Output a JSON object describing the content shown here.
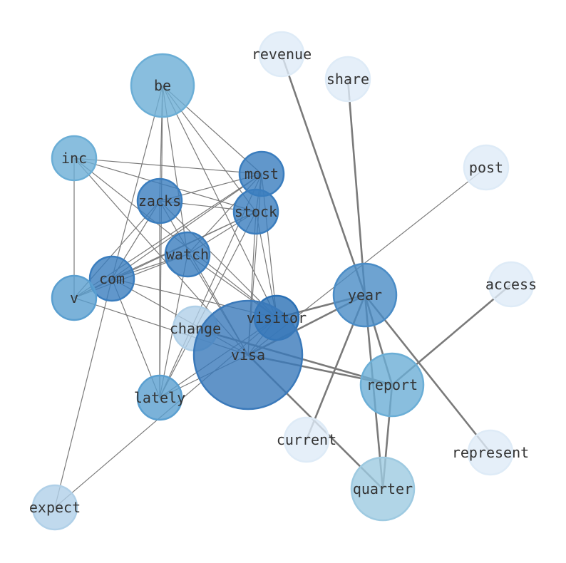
{
  "nodes": [
    {
      "id": "be",
      "label": "be",
      "weight": 3,
      "color": "#6baed6"
    },
    {
      "id": "revenue",
      "label": "revenue",
      "weight": 1,
      "color": "#deebf7"
    },
    {
      "id": "share",
      "label": "share",
      "weight": 1,
      "color": "#deebf7"
    },
    {
      "id": "post",
      "label": "post",
      "weight": 1,
      "color": "#deebf7"
    },
    {
      "id": "inc",
      "label": "inc",
      "weight": 1,
      "color": "#6baed6"
    },
    {
      "id": "most",
      "label": "most",
      "weight": 1,
      "color": "#3a7dbe"
    },
    {
      "id": "zacks",
      "label": "zacks",
      "weight": 1,
      "color": "#3a7dbe"
    },
    {
      "id": "stock",
      "label": "stock",
      "weight": 1,
      "color": "#3a7dbe"
    },
    {
      "id": "watch",
      "label": "watch",
      "weight": 1,
      "color": "#3a7dbe"
    },
    {
      "id": "com",
      "label": "com",
      "weight": 1,
      "color": "#3a7dbe"
    },
    {
      "id": "v",
      "label": "v",
      "weight": 1,
      "color": "#5a9fd0"
    },
    {
      "id": "year",
      "label": "year",
      "weight": 3,
      "color": "#4a8cc6"
    },
    {
      "id": "access",
      "label": "access",
      "weight": 1,
      "color": "#deebf7"
    },
    {
      "id": "visitor",
      "label": "visitor",
      "weight": 1,
      "color": "#2a70b5"
    },
    {
      "id": "change",
      "label": "change",
      "weight": 1,
      "color": "#b0d0e8"
    },
    {
      "id": "visa",
      "label": "visa",
      "weight": 6,
      "color": "#3a79ba"
    },
    {
      "id": "report",
      "label": "report",
      "weight": 3,
      "color": "#6baed6"
    },
    {
      "id": "lately",
      "label": "lately",
      "weight": 1,
      "color": "#5a9fd0"
    },
    {
      "id": "current",
      "label": "current",
      "weight": 1,
      "color": "#deebf7"
    },
    {
      "id": "represent",
      "label": "represent",
      "weight": 1,
      "color": "#deebf7"
    },
    {
      "id": "quarter",
      "label": "quarter",
      "weight": 3,
      "color": "#9ecae1"
    },
    {
      "id": "expect",
      "label": "expect",
      "weight": 1,
      "color": "#b0d0e8"
    }
  ],
  "edges": [
    [
      "inc",
      "most",
      1
    ],
    [
      "inc",
      "stock",
      1
    ],
    [
      "inc",
      "v",
      1
    ],
    [
      "inc",
      "visitor",
      1
    ],
    [
      "inc",
      "visa",
      1
    ],
    [
      "be",
      "com",
      1
    ],
    [
      "be",
      "lately",
      1
    ],
    [
      "be",
      "watch",
      1
    ],
    [
      "be",
      "most",
      1
    ],
    [
      "be",
      "stock",
      1
    ],
    [
      "be",
      "zacks",
      1
    ],
    [
      "be",
      "visitor",
      1
    ],
    [
      "zacks",
      "most",
      1
    ],
    [
      "zacks",
      "stock",
      1
    ],
    [
      "zacks",
      "com",
      1
    ],
    [
      "zacks",
      "v",
      1
    ],
    [
      "zacks",
      "visa",
      1
    ],
    [
      "zacks",
      "visitor",
      1
    ],
    [
      "zacks",
      "lately",
      1
    ],
    [
      "most",
      "com",
      1
    ],
    [
      "most",
      "v",
      1
    ],
    [
      "most",
      "watch",
      1
    ],
    [
      "most",
      "stock",
      1
    ],
    [
      "most",
      "visa",
      1
    ],
    [
      "most",
      "visitor",
      1
    ],
    [
      "most",
      "lately",
      1
    ],
    [
      "stock",
      "com",
      1
    ],
    [
      "stock",
      "v",
      1
    ],
    [
      "stock",
      "watch",
      1
    ],
    [
      "stock",
      "visa",
      1
    ],
    [
      "stock",
      "visitor",
      1
    ],
    [
      "stock",
      "lately",
      1
    ],
    [
      "watch",
      "com",
      1
    ],
    [
      "watch",
      "v",
      1
    ],
    [
      "watch",
      "visa",
      1
    ],
    [
      "watch",
      "lately",
      1
    ],
    [
      "watch",
      "visitor",
      1
    ],
    [
      "com",
      "v",
      1
    ],
    [
      "com",
      "visitor",
      1
    ],
    [
      "com",
      "visa",
      1
    ],
    [
      "com",
      "lately",
      1
    ],
    [
      "com",
      "expect",
      1
    ],
    [
      "v",
      "visa",
      1
    ],
    [
      "visa",
      "year",
      2
    ],
    [
      "visa",
      "report",
      2
    ],
    [
      "visa",
      "quarter",
      2
    ],
    [
      "visa",
      "lately",
      1
    ],
    [
      "visa",
      "post",
      1
    ],
    [
      "visa",
      "visitor",
      1
    ],
    [
      "visitor",
      "year",
      2
    ],
    [
      "visitor",
      "lately",
      1
    ],
    [
      "visitor",
      "expect",
      1
    ],
    [
      "change",
      "report",
      2
    ],
    [
      "year",
      "revenue",
      2
    ],
    [
      "year",
      "share",
      2
    ],
    [
      "year",
      "current",
      2
    ],
    [
      "year",
      "represent",
      2
    ],
    [
      "year",
      "quarter",
      2
    ],
    [
      "year",
      "report",
      2
    ],
    [
      "report",
      "access",
      2
    ],
    [
      "report",
      "quarter",
      2
    ]
  ]
}
